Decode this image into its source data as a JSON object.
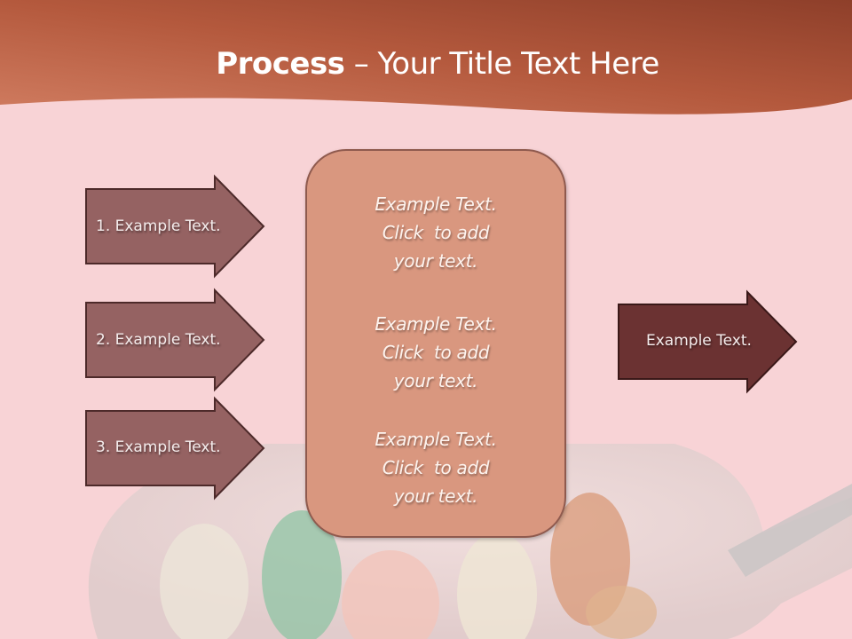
{
  "slide": {
    "title_bold": "Process",
    "title_rest": " – Your Title Text Here",
    "colors": {
      "header_dark": "#8e3f2a",
      "header_light": "#c97055",
      "background": "#f8d3d6",
      "input_arrow": "#956262",
      "output_arrow": "#6b3232",
      "center_box": "#d9977f"
    }
  },
  "inputs": [
    {
      "label": "1. Example Text."
    },
    {
      "label": "2. Example Text."
    },
    {
      "label": "3. Example Text."
    }
  ],
  "center": {
    "blocks": [
      {
        "line1": "Example Text.",
        "line2": "Click  to add",
        "line3": "your text."
      },
      {
        "line1": "Example Text.",
        "line2": "Click  to add",
        "line3": "your text."
      },
      {
        "line1": "Example Text.",
        "line2": "Click  to add",
        "line3": "your text."
      }
    ]
  },
  "output": {
    "label": "Example Text."
  },
  "background_image": {
    "icon": "spoon-with-pills-image"
  }
}
